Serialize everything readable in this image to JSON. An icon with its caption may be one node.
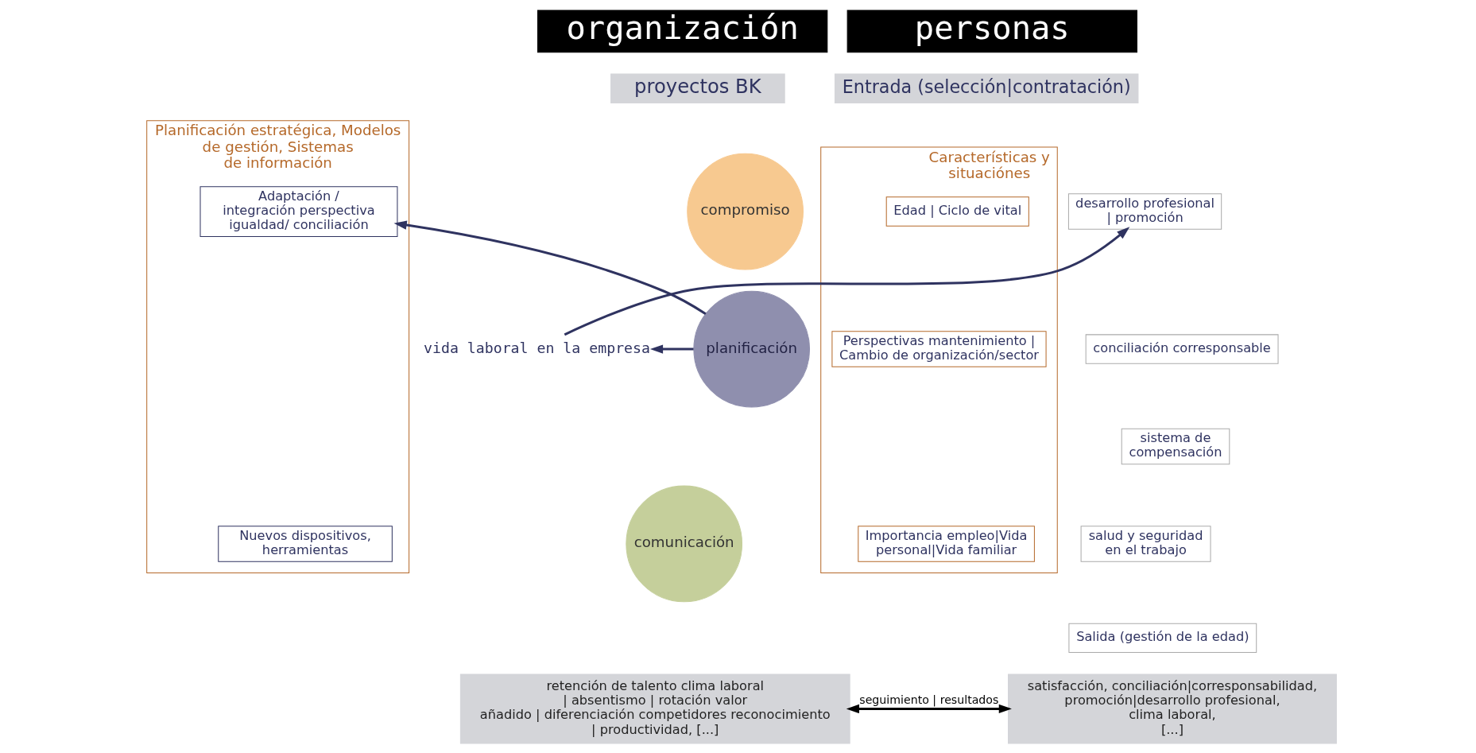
{
  "diagram": {
    "nodes": [
      {
        "text": [
          "organización"
        ]
      },
      {
        "text": [
          "personas"
        ]
      },
      {
        "text": [
          "proyectos BK"
        ]
      },
      {
        "text": [
          "compromiso"
        ]
      },
      {
        "text": [
          "planificación"
        ]
      },
      {
        "text": [
          "comunicación"
        ]
      },
      {
        "text": [
          "Planificación estratégica, Modelos de gestión, Sistemas de información"
        ]
      },
      {
        "text": [
          "Adaptación / integración perspectiva igualdad/ conciliación"
        ],
        "in": 6
      },
      {
        "text": [
          "Nuevos dispositivos, herramientas"
        ],
        "in": 6
      },
      {
        "text": [
          "Entrada (selección|contratación)"
        ]
      },
      {
        "text": [
          "vida laboral en la empresa"
        ]
      },
      {
        "text": [
          "desarrollo profesional | promoción"
        ]
      },
      {
        "text": [
          "conciliación corresponsable"
        ]
      },
      {
        "text": [
          "sistema de compensación"
        ]
      },
      {
        "text": [
          "salud y seguridad en el trabajo"
        ]
      },
      {
        "text": [
          "Características y situaciónes"
        ]
      },
      {
        "text": [
          "Edad | Ciclo de vital"
        ],
        "in": 15
      },
      {
        "text": [
          "Perspectivas mantenimiento | Cambio de organización/sector"
        ],
        "in": 15
      },
      {
        "text": [
          "Importancia empleo|Vida personal|Vida familiar"
        ],
        "in": 15
      },
      {
        "text": [
          "Salida (gestión de la edad)"
        ]
      },
      {
        "text": [
          "retención de talento clima laboral | absentismo | rotación valor añadido | diferenciación competidores reconocimiento | productividad, [...]"
        ]
      },
      {
        "text": [
          "satisfacción, conciliación|corresponsabilidad, promoción|desarrollo profesional, clima laboral, [...]"
        ]
      }
    ],
    "edges": [
      {
        "from": 4,
        "to": 7,
        "arrow": "to"
      },
      {
        "from": 4,
        "to": 10,
        "arrow": "to"
      },
      {
        "from": 10,
        "to": 11,
        "arrow": "to"
      },
      {
        "from": 20,
        "to": 21,
        "arrow": "both",
        "label": "seguimiento | resultados",
        "color": "#000000"
      }
    ]
  }
}
